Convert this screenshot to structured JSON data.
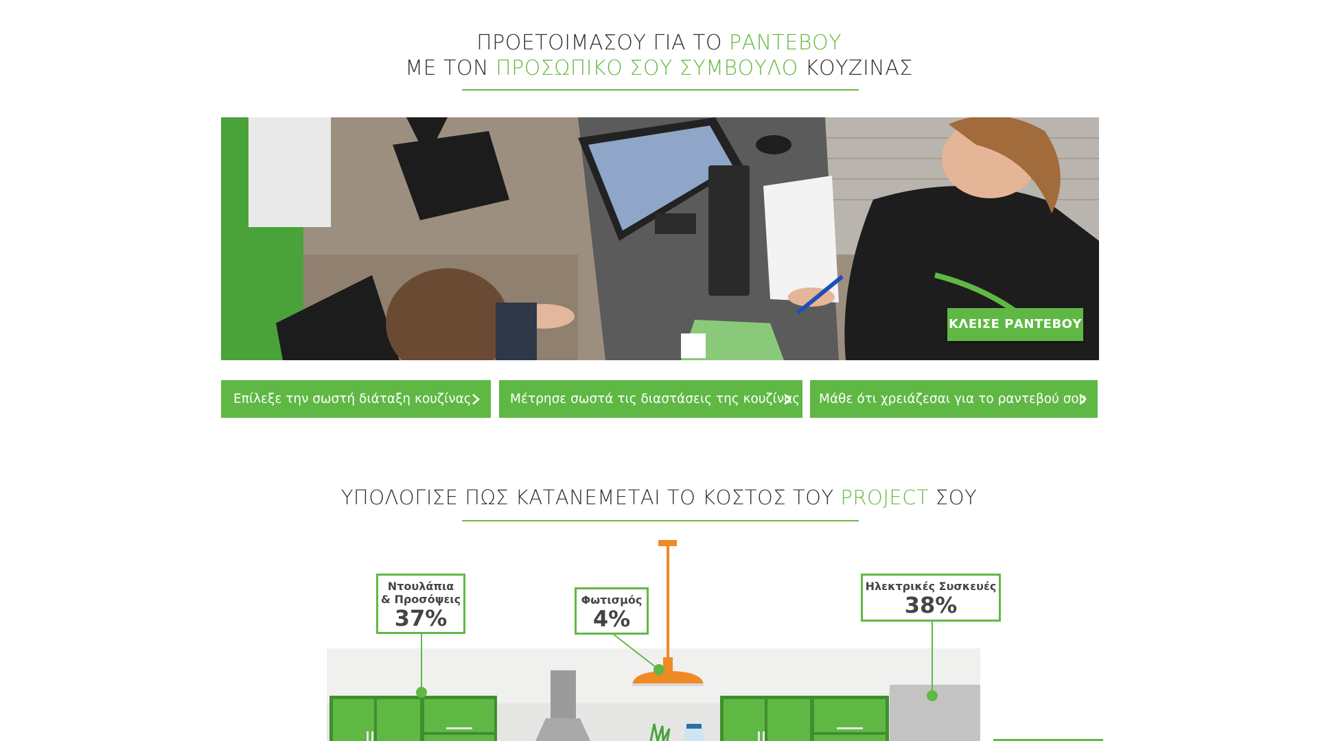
{
  "section1": {
    "line1_a": "ΠΡΟΕΤΟΙΜΑΣΟΥ ΓΙΑ ΤΟ ",
    "line1_b": "ΡΑΝΤΕΒΟΥ",
    "line2_a": "ΜΕ ΤΟΝ ",
    "line2_b": "ΠΡΟΣΩΠΙΚΟ ΣΟΥ ΣΥΜΒΟΥΛΟ",
    "line2_c": " ΚΟΥΖΙΝΑΣ"
  },
  "banner": {
    "book_button": "ΚΛΕΙΣΕ ΡΑΝΤΕΒΟΥ"
  },
  "links": [
    {
      "label": "Επίλεξε την σωστή διάταξη κουζίνας"
    },
    {
      "label": "Μέτρησε σωστά τις διαστάσεις της κουζίνας"
    },
    {
      "label": "Μάθε ότι χρειάζεσαι για το ραντεβού σου"
    }
  ],
  "section2": {
    "title_a": "ΥΠΟΛΟΓΙΣΕ ΠΩΣ ΚΑΤΑΝΕΜΕΤΑΙ ΤΟ ΚΟΣΤΟΣ ΤΟΥ ",
    "title_b": "PROJECT",
    "title_c": " ΣΟΥ"
  },
  "infographic": {
    "callouts": [
      {
        "label1": "Ντουλάπια",
        "label2": "& Προσόψεις",
        "percent": "37%",
        "value": 37
      },
      {
        "label1": "Φωτισμός",
        "percent": "4%",
        "value": 4
      },
      {
        "label1": "Ηλεκτρικές Συσκευές",
        "percent": "38%",
        "value": 38
      }
    ]
  },
  "colors": {
    "brand_green": "#5fb844",
    "accent_green_text": "#68b943",
    "lamp_orange": "#f08a24"
  }
}
